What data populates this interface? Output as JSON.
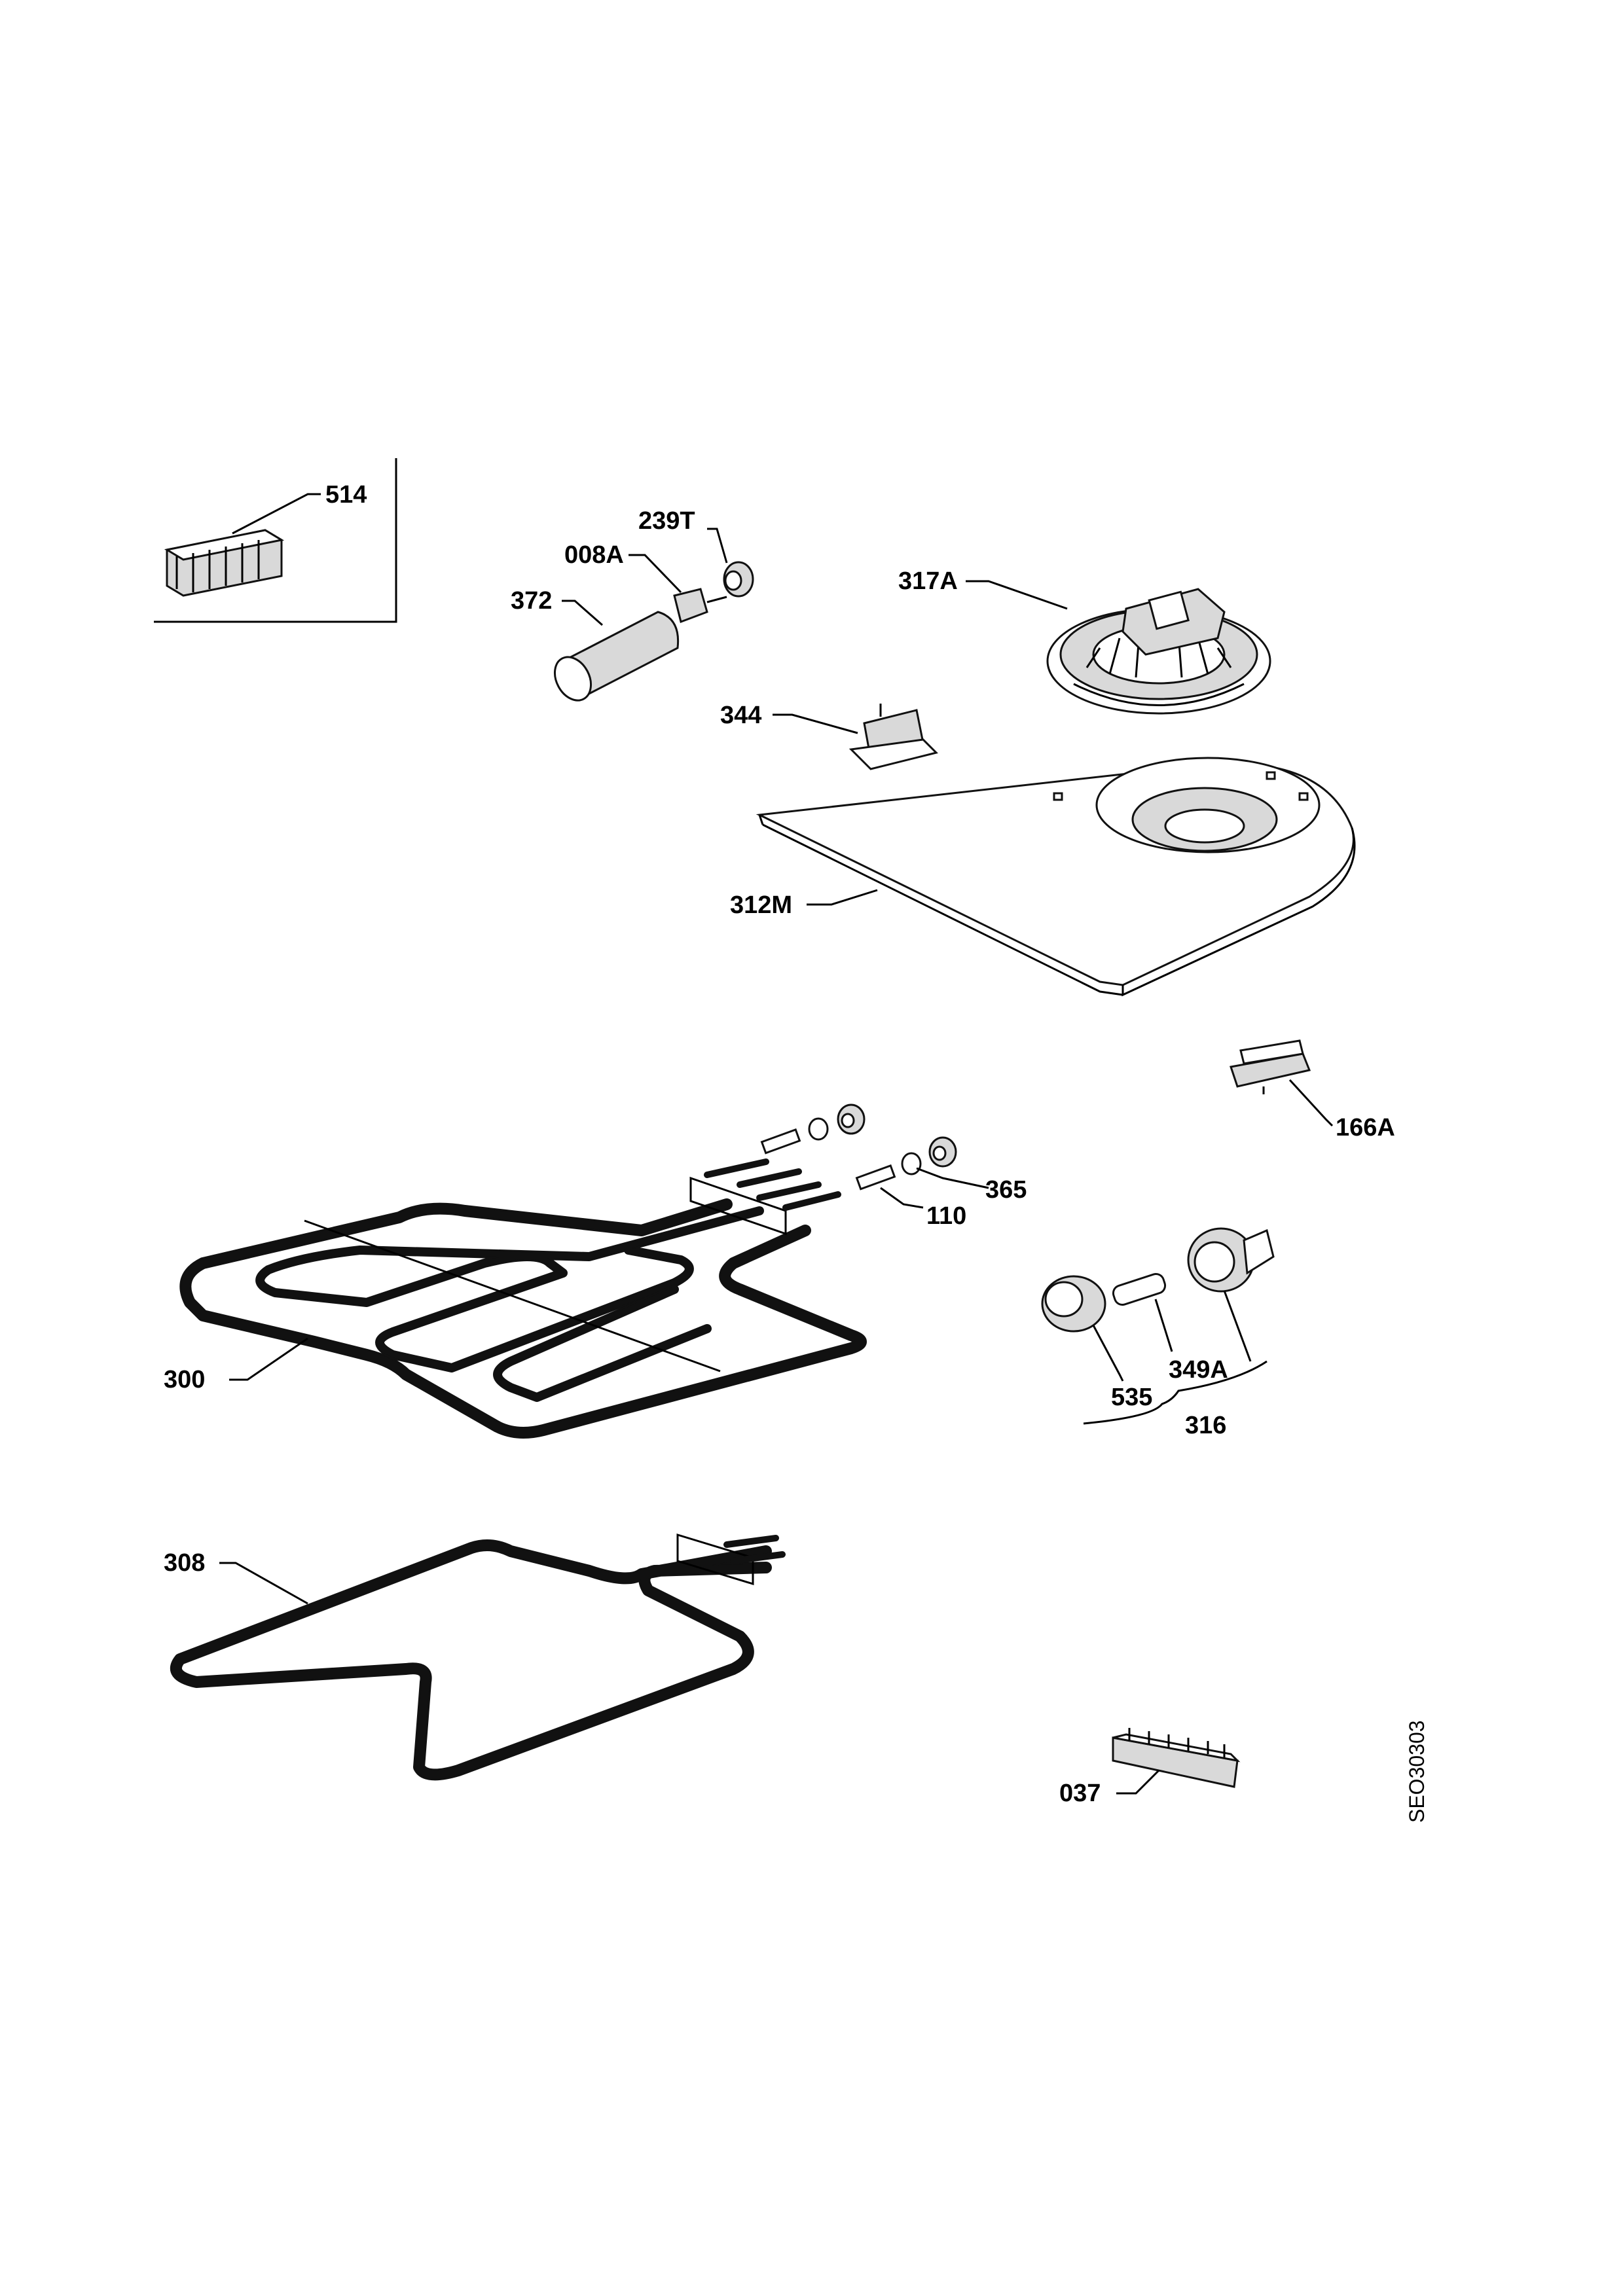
{
  "diagram": {
    "reference_code": "SEO30303",
    "parts": [
      {
        "id": "514"
      },
      {
        "id": "239T"
      },
      {
        "id": "008A"
      },
      {
        "id": "372"
      },
      {
        "id": "317A"
      },
      {
        "id": "344"
      },
      {
        "id": "312M"
      },
      {
        "id": "166A"
      },
      {
        "id": "365"
      },
      {
        "id": "110"
      },
      {
        "id": "300"
      },
      {
        "id": "349A"
      },
      {
        "id": "535"
      },
      {
        "id": "316"
      },
      {
        "id": "308"
      },
      {
        "id": "037"
      }
    ]
  }
}
